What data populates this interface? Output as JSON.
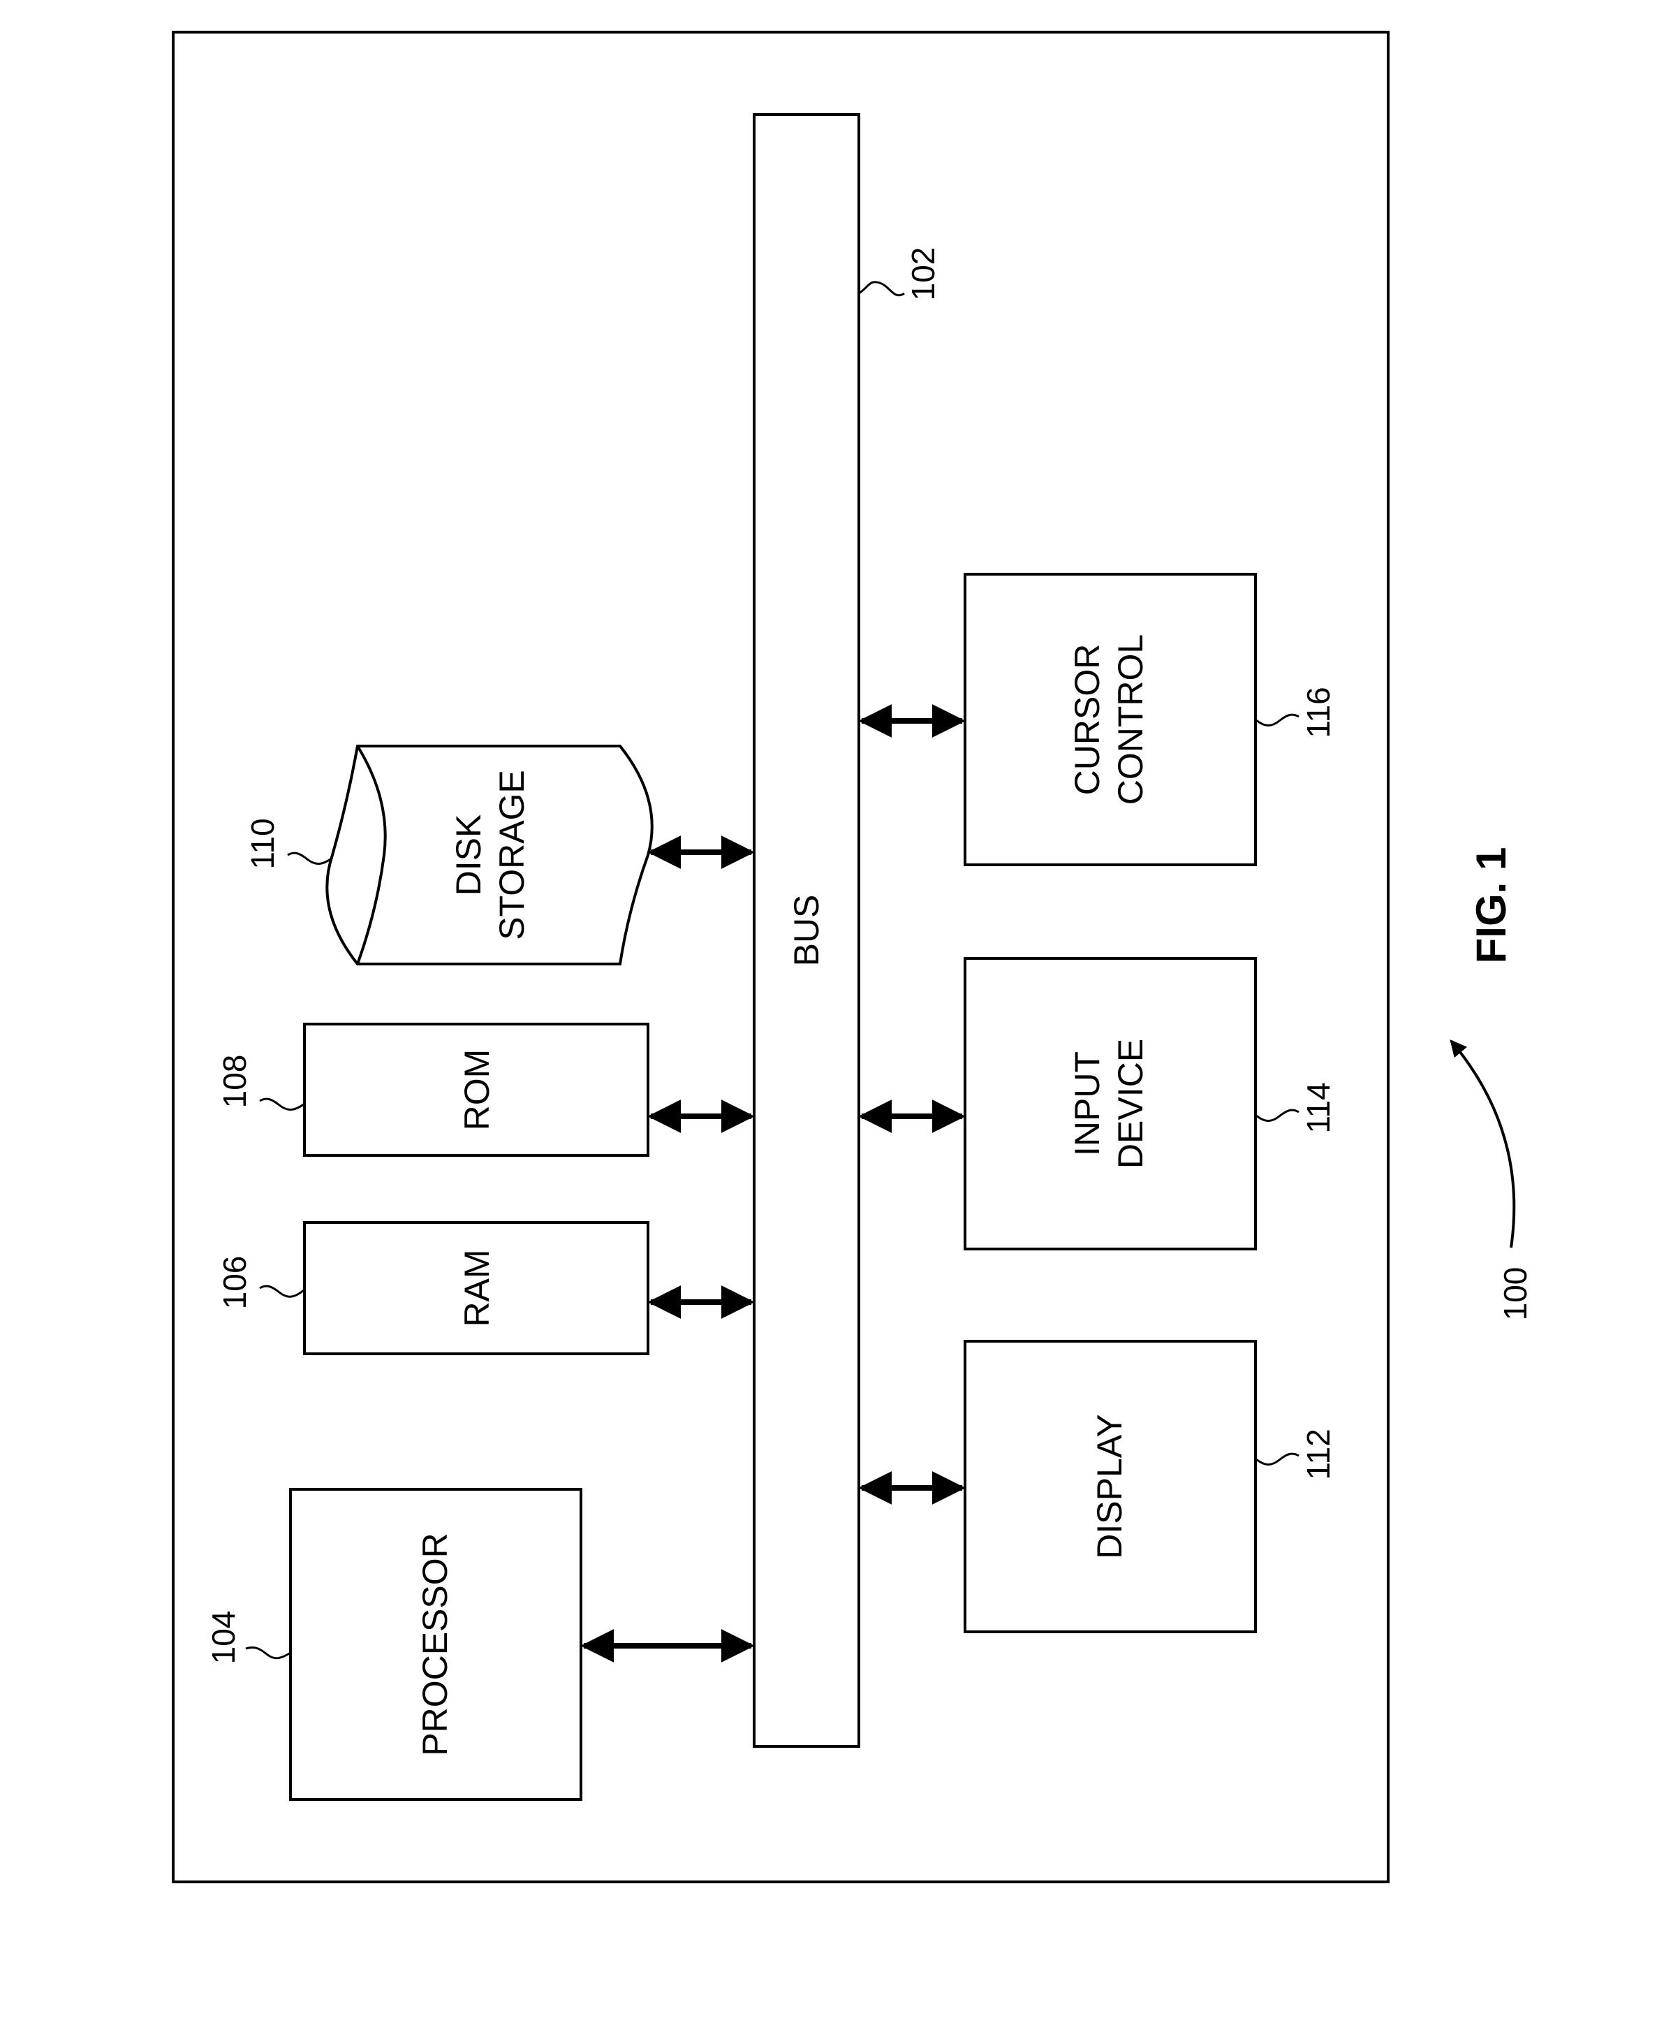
{
  "figure": {
    "caption": "FIG. 1",
    "system_ref": "100"
  },
  "bus": {
    "label": "BUS",
    "ref": "102"
  },
  "components": [
    {
      "id": "processor",
      "label_lines": [
        "PROCESSOR"
      ],
      "ref": "104"
    },
    {
      "id": "ram",
      "label_lines": [
        "RAM"
      ],
      "ref": "106"
    },
    {
      "id": "rom",
      "label_lines": [
        "ROM"
      ],
      "ref": "108"
    },
    {
      "id": "disk-storage",
      "label_lines": [
        "DISK",
        "STORAGE"
      ],
      "ref": "110"
    },
    {
      "id": "display",
      "label_lines": [
        "DISPLAY"
      ],
      "ref": "112"
    },
    {
      "id": "input-device",
      "label_lines": [
        "INPUT",
        "DEVICE"
      ],
      "ref": "114"
    },
    {
      "id": "cursor-control",
      "label_lines": [
        "CURSOR",
        "CONTROL"
      ],
      "ref": "116"
    }
  ],
  "colors": {
    "stroke": "#000000",
    "background": "#ffffff"
  }
}
